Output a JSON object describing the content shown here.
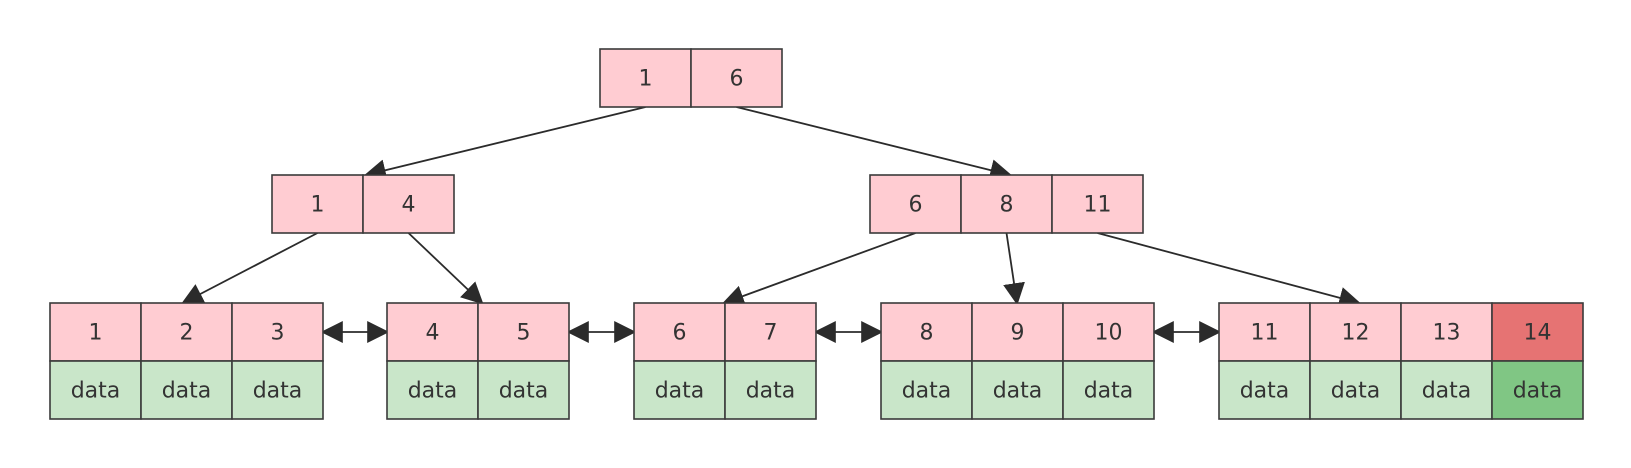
{
  "tree": {
    "root": {
      "keys": [
        "1",
        "6"
      ]
    },
    "internal": [
      {
        "keys": [
          "1",
          "4"
        ]
      },
      {
        "keys": [
          "6",
          "8",
          "11"
        ]
      }
    ],
    "leaves": [
      {
        "keys": [
          "1",
          "2",
          "3"
        ],
        "data": [
          "data",
          "data",
          "data"
        ]
      },
      {
        "keys": [
          "4",
          "5"
        ],
        "data": [
          "data",
          "data"
        ]
      },
      {
        "keys": [
          "6",
          "7"
        ],
        "data": [
          "data",
          "data"
        ]
      },
      {
        "keys": [
          "8",
          "9",
          "10"
        ],
        "data": [
          "data",
          "data",
          "data"
        ]
      },
      {
        "keys": [
          "11",
          "12",
          "13",
          "14"
        ],
        "data": [
          "data",
          "data",
          "data",
          "data"
        ],
        "highlighted_index": 3
      }
    ]
  },
  "colors": {
    "key_fill": "#ffccd2",
    "key_highlight_fill": "#e67373",
    "data_fill": "#c9e6c9",
    "data_highlight_fill": "#80c684",
    "stroke": "#3a3a3a",
    "text": "#333333",
    "edge": "#2b2b2b"
  }
}
